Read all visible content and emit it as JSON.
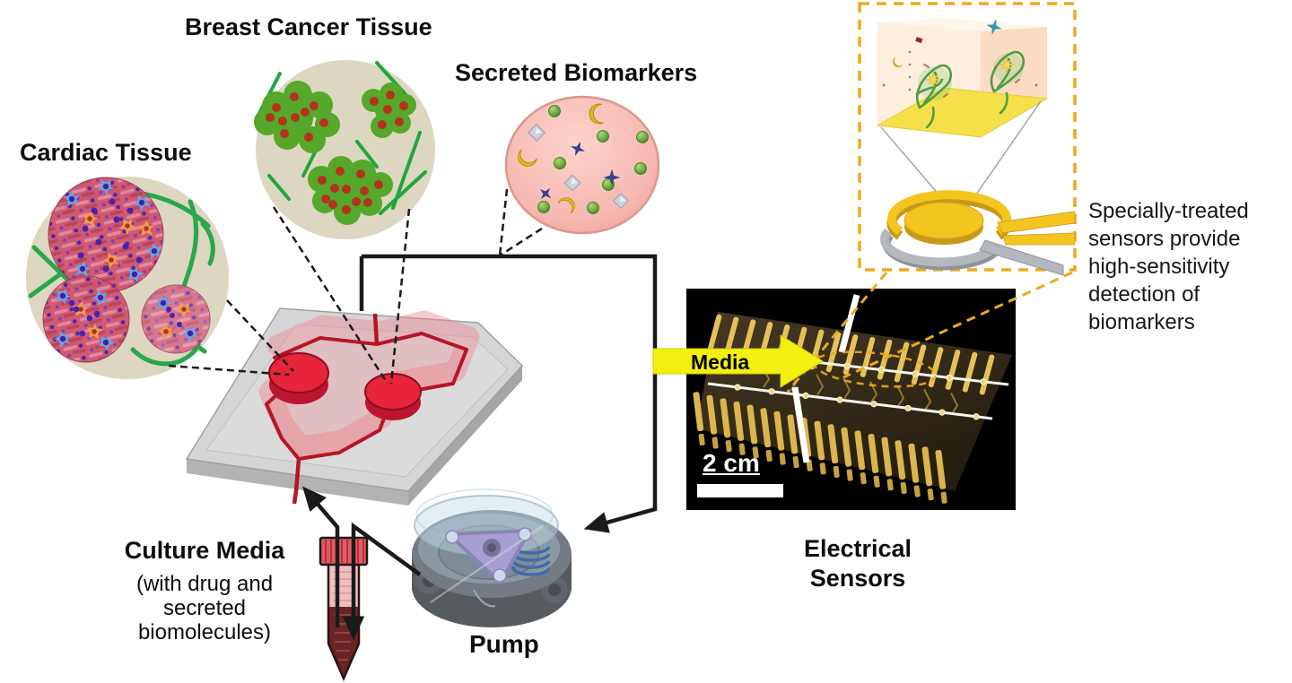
{
  "figure": {
    "labels": {
      "breast_cancer_tissue": "Breast Cancer Tissue",
      "cardiac_tissue": "Cardiac Tissue",
      "secreted_biomarkers": "Secreted Biomarkers",
      "media_flow": "Media",
      "scale_bar": "2 cm",
      "electrical_sensors": "Electrical Sensors",
      "culture_media_title": "Culture Media",
      "culture_media_subtitle": "(with drug and secreted biomolecules)",
      "pump": "Pump",
      "sensor_note": "Specially-treated sensors provide high-sensitivity detection of biomarkers"
    },
    "icons": {
      "media_flow_arrow": "right-arrow",
      "pump_inlet_arrow": "down-left-arrow",
      "chip_inlet_arrow": "up-left-arrow",
      "tube_drain_arrow": "down-arrow"
    },
    "colors": {
      "background": "#ffffff",
      "tissue_circle_bg": "#ddd6c1",
      "biomarker_circle_pink": "#f6b9b1",
      "cancer_cluster_green": "#55a82a",
      "ecm_green": "#27a84a",
      "chamber_red": "#e8243a",
      "connector_black": "#1a1a1a",
      "media_arrow_yellow": "#f3f011",
      "sensor_gold": "#f2c41c",
      "inset_dash_orange": "#efa91c",
      "photo_background": "#000000",
      "pump_purple": "#a79fd2",
      "culture_media_dark_red": "#6b2424"
    }
  }
}
